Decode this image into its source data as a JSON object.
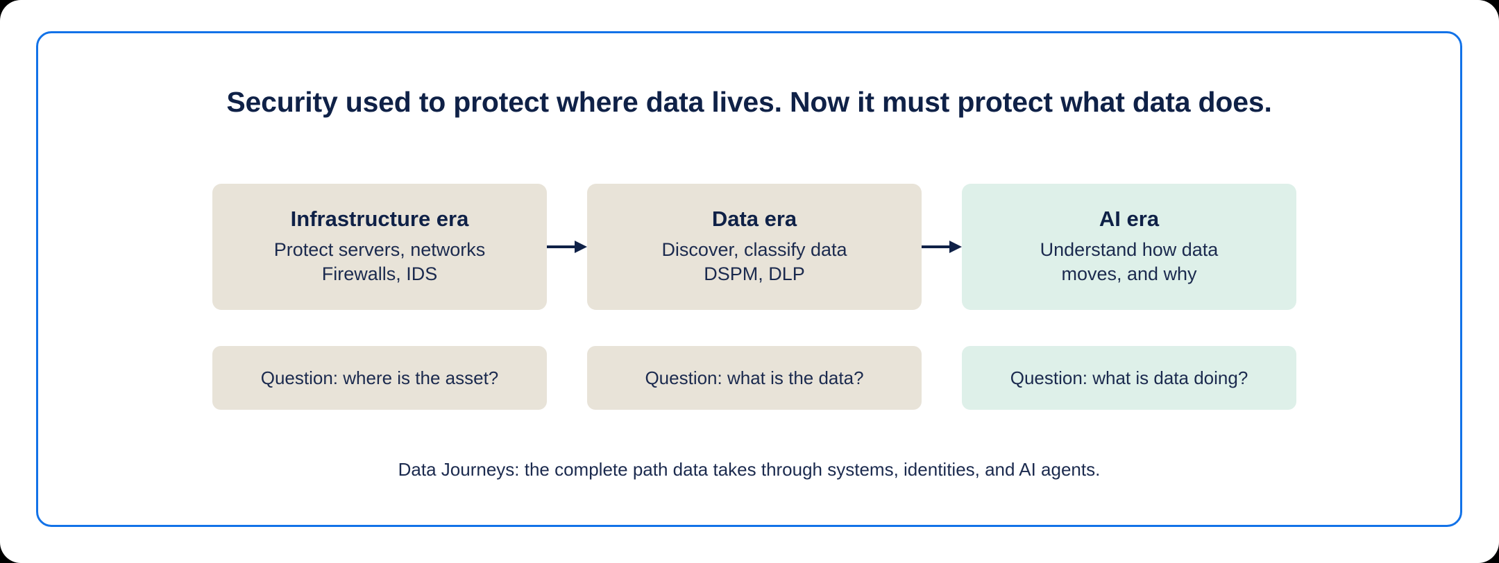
{
  "headline": "Security used to protect where data lives. Now it must protect what data does.",
  "accent_color": "#1272E8",
  "navy_color": "#0F2147",
  "beige_color": "#E8E3D8",
  "mint_color": "#DEF0E9",
  "eras": [
    {
      "title": "Infrastructure era",
      "line1": "Protect servers, networks",
      "line2": "Firewalls, IDS",
      "question": "Question: where is the asset?",
      "tone": "beige"
    },
    {
      "title": "Data era",
      "line1": "Discover, classify data",
      "line2": "DSPM, DLP",
      "question": "Question: what is the data?",
      "tone": "beige"
    },
    {
      "title": "AI era",
      "line1": "Understand how data",
      "line2": "moves, and why",
      "question": "Question: what is data doing?",
      "tone": "mint"
    }
  ],
  "footer_note": "Data Journeys: the complete path data takes through systems, identities, and AI agents."
}
